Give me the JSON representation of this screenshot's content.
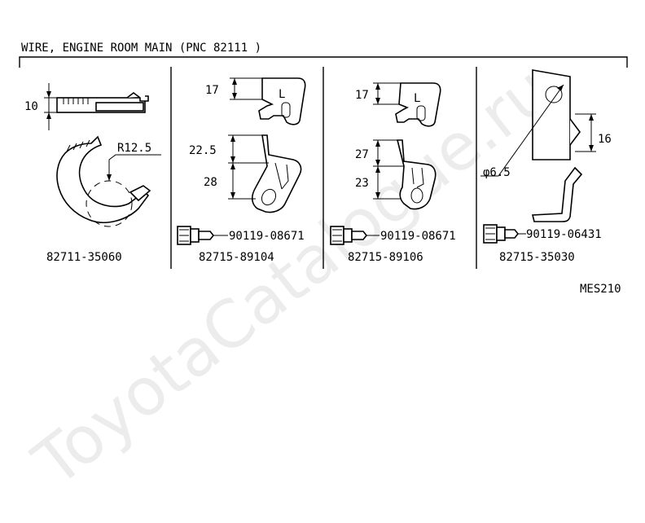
{
  "title": "WIRE, ENGINE ROOM MAIN (PNC 82111 )",
  "panels": [
    {
      "part_number": "82711-35060",
      "dims": [
        "10",
        "R12.5"
      ]
    },
    {
      "part_number": "82715-89104",
      "dims": [
        "17",
        "22.5",
        "28"
      ],
      "bolt": "90119-08671",
      "letter": "L"
    },
    {
      "part_number": "82715-89106",
      "dims": [
        "17",
        "27",
        "23"
      ],
      "bolt": "90119-08671",
      "letter": "L"
    },
    {
      "part_number": "82715-35030",
      "dims": [
        "16",
        "φ6.5"
      ],
      "bolt": "90119-06431"
    }
  ],
  "drawing_code": "MES210",
  "watermark": "ToyotaCatalogue.ru"
}
